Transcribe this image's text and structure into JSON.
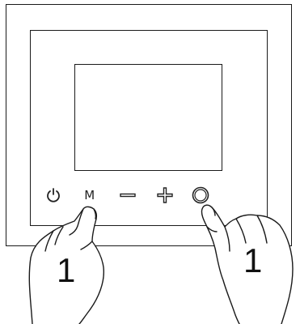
{
  "device": {
    "mode_button_label": "M",
    "step_labels": [
      "1",
      "1"
    ]
  },
  "icons": {
    "power": "power-icon",
    "minus": "minus-icon",
    "plus": "plus-icon",
    "ok": "circle-button-icon"
  },
  "colors": {
    "line": "#1a1a1a",
    "background": "#ffffff"
  }
}
